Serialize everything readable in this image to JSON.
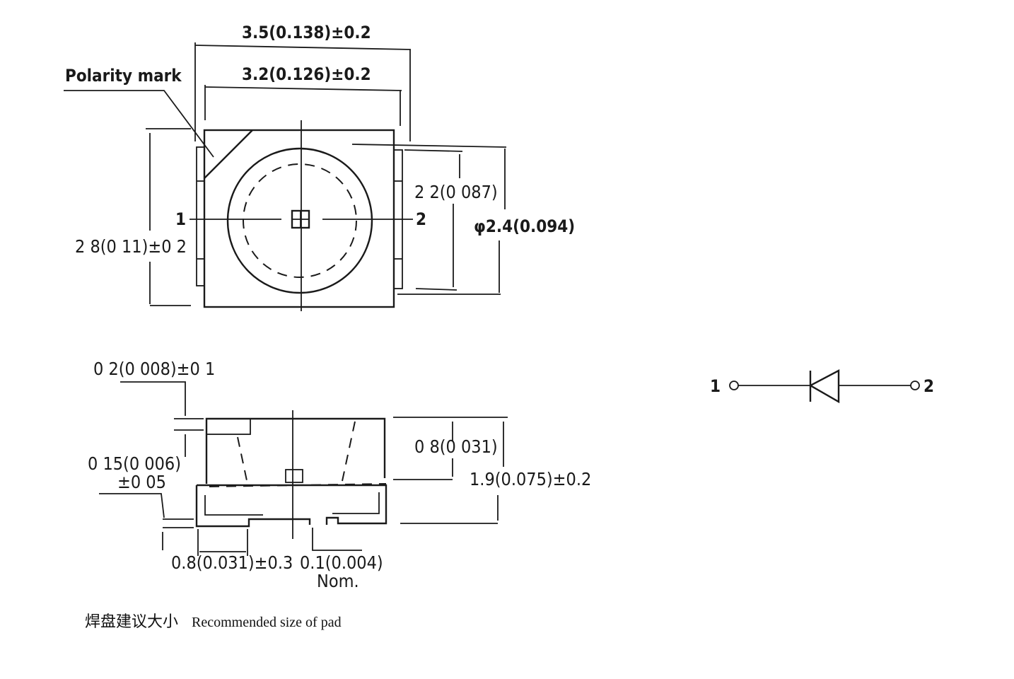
{
  "top_view": {
    "polarity_label": "Polarity mark",
    "outer_width": "3.5(0.138)±0.2",
    "inner_width": "3.2(0.126)±0.2",
    "height": "2 8(0 11)±0 2",
    "lens_inner": "2 2(0 087)",
    "lens_outer": "φ2.4(0.094)",
    "pin1": "1",
    "pin2": "2"
  },
  "side_view": {
    "top_step": "0 2(0 008)±0 1",
    "pad_thickness_line1": "0 15(0 006)",
    "pad_thickness_line2": "±0 05",
    "body_height": "0 8(0 031)",
    "total_height": "1.9(0.075)±0.2",
    "pad_width": "0.8(0.031)±0.3",
    "gap_line1": "0.1(0.004)",
    "gap_line2": "Nom."
  },
  "schematic": {
    "pin1": "1",
    "pin2": "2"
  },
  "caption": {
    "chinese": "焊盘建议大小",
    "english": "Recommended size of pad"
  }
}
